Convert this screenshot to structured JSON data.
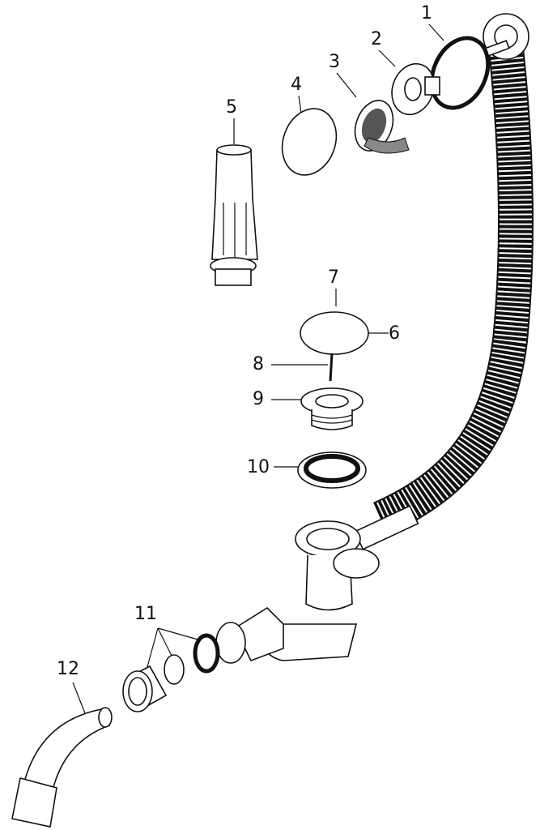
{
  "diagram": {
    "type": "exploded-parts-diagram",
    "parts": [
      {
        "number": "1"
      },
      {
        "number": "2"
      },
      {
        "number": "3"
      },
      {
        "number": "4"
      },
      {
        "number": "5"
      },
      {
        "number": "6"
      },
      {
        "number": "7"
      },
      {
        "number": "8"
      },
      {
        "number": "9"
      },
      {
        "number": "10"
      },
      {
        "number": "11"
      },
      {
        "number": "12"
      }
    ]
  }
}
